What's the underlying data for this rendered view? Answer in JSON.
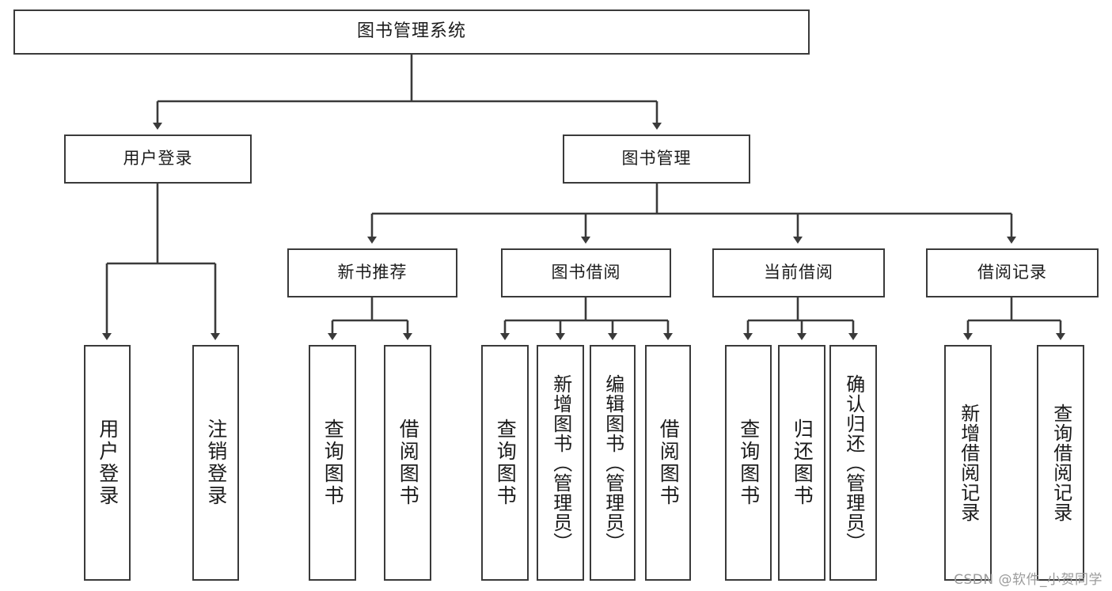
{
  "diagram": {
    "title": "图书管理系统",
    "type": "tree",
    "orientation": "top-down",
    "watermark": "CSDN @软件_小贺同学",
    "style": {
      "box_fill": "#ffffff",
      "box_stroke": "#3a3a3a",
      "connector_stroke": "#3a3a3a",
      "text_color": "#1b1b1b",
      "background": "#ffffff",
      "watermark_color": "#9b9b9b"
    },
    "nodes": {
      "root": {
        "label": "图书管理系统",
        "level": 1
      },
      "user_login": {
        "label": "用户登录",
        "level": 2
      },
      "book_mgmt": {
        "label": "图书管理",
        "level": 2
      },
      "new_book": {
        "label": "新书推荐",
        "level": 3
      },
      "book_borrow": {
        "label": "图书借阅",
        "level": 3
      },
      "current_borrow": {
        "label": "当前借阅",
        "level": 3
      },
      "borrow_record": {
        "label": "借阅记录",
        "level": 3
      },
      "leaf_user_login": {
        "label": "用户登录",
        "level": 4
      },
      "leaf_user_logout": {
        "label": "注销登录",
        "level": 4
      },
      "leaf_nb_query": {
        "label": "查询图书",
        "level": 4
      },
      "leaf_nb_borrow": {
        "label": "借阅图书",
        "level": 4
      },
      "leaf_bb_query": {
        "label": "查询图书",
        "level": 4
      },
      "leaf_bb_add": {
        "label": "新增图书（管理员）",
        "level": 4
      },
      "leaf_bb_edit": {
        "label": "编辑图书（管理员）",
        "level": 4
      },
      "leaf_bb_borrow": {
        "label": "借阅图书",
        "level": 4
      },
      "leaf_cb_query": {
        "label": "查询图书",
        "level": 4
      },
      "leaf_cb_return": {
        "label": "归还图书",
        "level": 4
      },
      "leaf_cb_confirm": {
        "label": "确认归还（管理员）",
        "level": 4
      },
      "leaf_rc_add": {
        "label": "新增借阅记录",
        "level": 4
      },
      "leaf_rc_query": {
        "label": "查询借阅记录",
        "level": 4
      }
    },
    "edges": [
      {
        "from": "root",
        "to": "user_login"
      },
      {
        "from": "root",
        "to": "book_mgmt"
      },
      {
        "from": "book_mgmt",
        "to": "new_book"
      },
      {
        "from": "book_mgmt",
        "to": "book_borrow"
      },
      {
        "from": "book_mgmt",
        "to": "current_borrow"
      },
      {
        "from": "book_mgmt",
        "to": "borrow_record"
      },
      {
        "from": "user_login",
        "to": "leaf_user_login"
      },
      {
        "from": "user_login",
        "to": "leaf_user_logout"
      },
      {
        "from": "new_book",
        "to": "leaf_nb_query"
      },
      {
        "from": "new_book",
        "to": "leaf_nb_borrow"
      },
      {
        "from": "book_borrow",
        "to": "leaf_bb_query"
      },
      {
        "from": "book_borrow",
        "to": "leaf_bb_add"
      },
      {
        "from": "book_borrow",
        "to": "leaf_bb_edit"
      },
      {
        "from": "book_borrow",
        "to": "leaf_bb_borrow"
      },
      {
        "from": "current_borrow",
        "to": "leaf_cb_query"
      },
      {
        "from": "current_borrow",
        "to": "leaf_cb_return"
      },
      {
        "from": "current_borrow",
        "to": "leaf_cb_confirm"
      },
      {
        "from": "borrow_record",
        "to": "leaf_rc_add"
      },
      {
        "from": "borrow_record",
        "to": "leaf_rc_query"
      }
    ]
  }
}
